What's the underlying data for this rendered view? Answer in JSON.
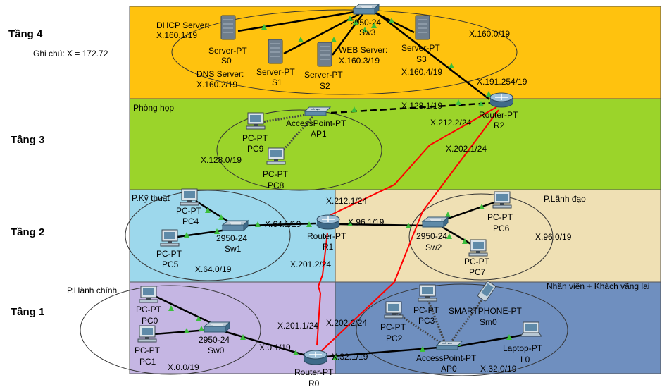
{
  "floors": {
    "f4": "Tầng 4",
    "f3": "Tầng 3",
    "f2": "Tầng 2",
    "f1": "Tầng 1"
  },
  "note": "Ghi chú: X = 172.72",
  "areas": {
    "meeting": "Phòng họp",
    "tech": "P.Kỹ thuật",
    "leader": "P.Lãnh đạo",
    "admin": "P.Hành chính",
    "staff": "Nhân viên + Khách vãng lai"
  },
  "devices": {
    "sw3": {
      "type": "2950-24",
      "name": "Sw3"
    },
    "s0": {
      "type": "Server-PT",
      "name": "S0",
      "role": "DHCP Server:",
      "ip": "X.160.1/19"
    },
    "s1": {
      "type": "Server-PT",
      "name": "S1",
      "role": "DNS Server:",
      "ip": "X.160.2/19"
    },
    "s2": {
      "type": "Server-PT",
      "name": "S2",
      "role": "WEB Server:",
      "ip": "X.160.3/19"
    },
    "s3": {
      "type": "Server-PT",
      "name": "S3"
    },
    "r2": {
      "type": "Router-PT",
      "name": "R2"
    },
    "ap1": {
      "type": "AccessPoint-PT",
      "name": "AP1"
    },
    "pc9": {
      "type": "PC-PT",
      "name": "PC9"
    },
    "pc8": {
      "type": "PC-PT",
      "name": "PC8"
    },
    "pc4": {
      "type": "PC-PT",
      "name": "PC4"
    },
    "pc5": {
      "type": "PC-PT",
      "name": "PC5"
    },
    "sw1": {
      "type": "2950-24",
      "name": "Sw1"
    },
    "r1": {
      "type": "Router-PT",
      "name": "R1"
    },
    "sw2": {
      "type": "2950-24",
      "name": "Sw2"
    },
    "pc6": {
      "type": "PC-PT",
      "name": "PC6"
    },
    "pc7": {
      "type": "PC-PT",
      "name": "PC7"
    },
    "pc0": {
      "type": "PC-PT",
      "name": "PC0"
    },
    "pc1": {
      "type": "PC-PT",
      "name": "PC1"
    },
    "sw0": {
      "type": "2950-24",
      "name": "Sw0"
    },
    "r0": {
      "type": "Router-PT",
      "name": "R0"
    },
    "pc2": {
      "type": "PC-PT",
      "name": "PC2"
    },
    "pc3": {
      "type": "PC-PT",
      "name": "PC3"
    },
    "sm0": {
      "type": "SMARTPHONE-PT",
      "name": "Sm0"
    },
    "l0": {
      "type": "Laptop-PT",
      "name": "L0"
    },
    "ap0": {
      "type": "AccessPoint-PT",
      "name": "AP0"
    }
  },
  "addresses": {
    "net160": "X.160.0/19",
    "s3ip": "X.160.4/19",
    "r2lan": "X.191.254/19",
    "r2meet": "X.128.1/19",
    "r2r1": "X.212.2/24",
    "r2r0": "X.202.1/24",
    "net128": "X.128.0/19",
    "r1r2": "X.212.1/24",
    "r1tech": "X.64.1/19",
    "r1lead": "X.96.1/19",
    "net96": "X.96.0/19",
    "net64": "X.64.0/19",
    "r1r0": "X.201.2/24",
    "r0r1": "X.201.1/24",
    "r0r2": "X.202.2/24",
    "r0admin": "X.0.1/19",
    "r0staff": "X.32.1/19",
    "net0": "X.0.0/19",
    "net32": "X.32.0/19"
  },
  "colors": {
    "floor4": "#ffc20e",
    "floor3": "#9bd42a",
    "tech": "#9dd8ec",
    "leader": "#efe0b4",
    "admin": "#c5b6e3",
    "staff": "#6f8fbf",
    "serial": "#ff0000",
    "link": "#000000",
    "indicator": "#3cbf3c"
  }
}
